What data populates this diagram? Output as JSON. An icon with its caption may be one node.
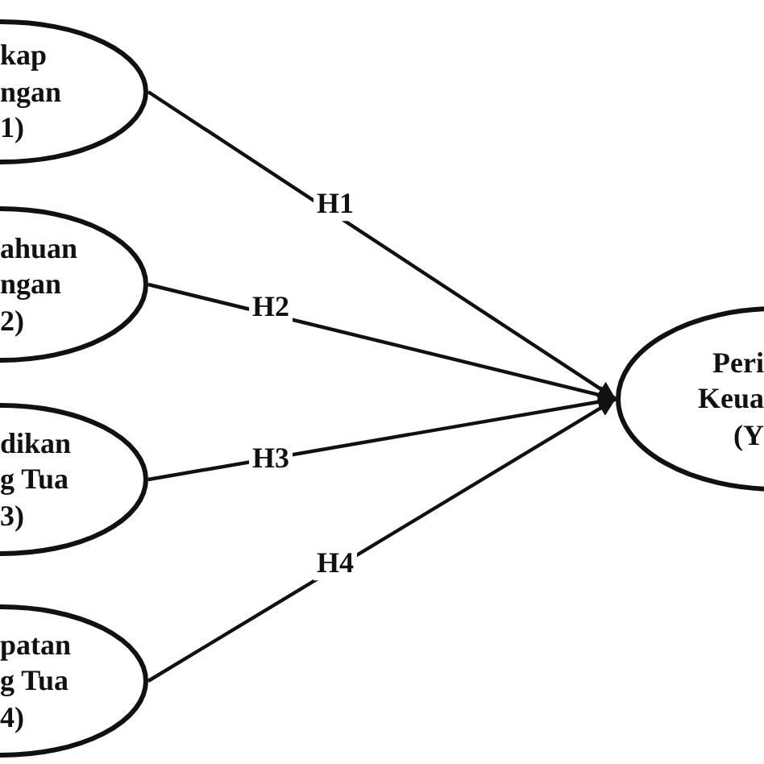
{
  "diagram": {
    "nodes": [
      {
        "text": [
          "kap ngan 1)"
        ]
      },
      {
        "text": [
          "ahuan ngan 2)"
        ]
      },
      {
        "text": [
          "dikan g Tua 3)"
        ]
      },
      {
        "text": [
          "patan g Tua 4)"
        ]
      },
      {
        "text": [
          "Peri Keua (Y"
        ]
      }
    ],
    "edges": [
      {
        "from": 0,
        "to": 4,
        "arrow": "to",
        "label": "H1"
      },
      {
        "from": 1,
        "to": 4,
        "arrow": "to",
        "label": "H2"
      },
      {
        "from": 2,
        "to": 4,
        "arrow": "to",
        "label": "H3"
      },
      {
        "from": 3,
        "to": 4,
        "arrow": "to",
        "label": "H4"
      }
    ]
  }
}
